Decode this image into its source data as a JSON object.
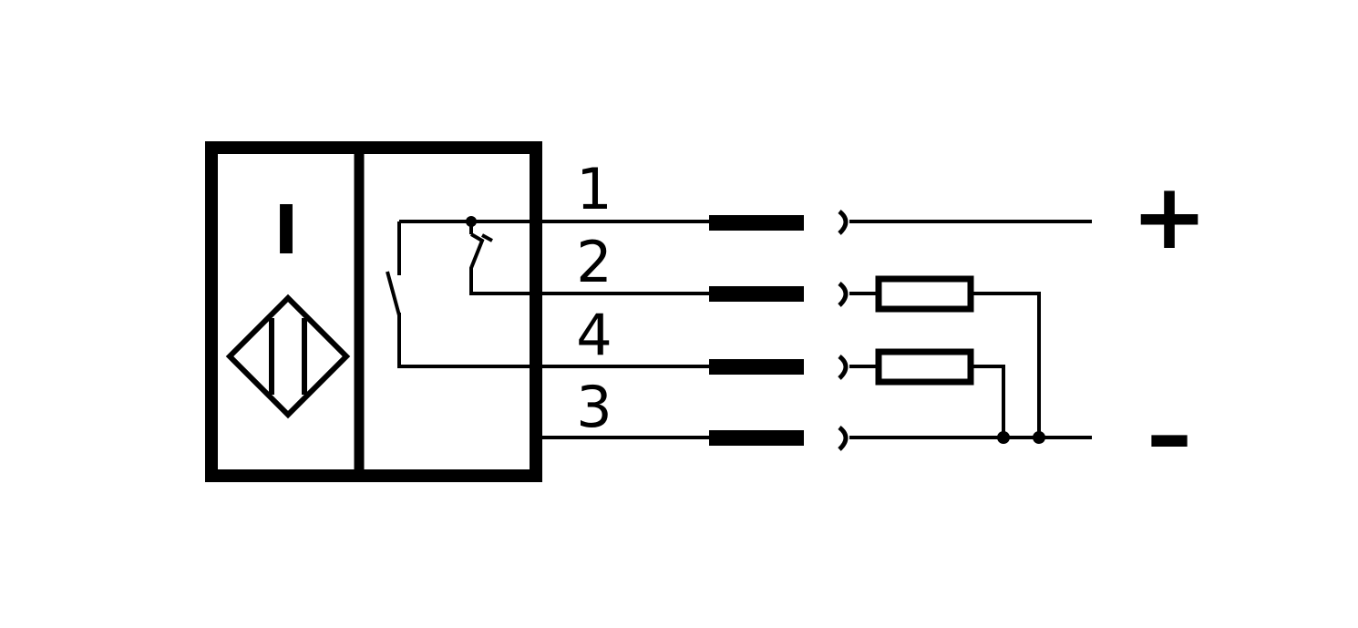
{
  "sensor": {
    "symbol_letter": "I",
    "sensing_symbol": "inductive-sensor-icon"
  },
  "pins": [
    {
      "number": "1"
    },
    {
      "number": "2"
    },
    {
      "number": "4"
    },
    {
      "number": "3"
    }
  ],
  "supply": {
    "positive": "+",
    "negative": "–"
  },
  "colors": {
    "ink": "#000000",
    "background": "#ffffff"
  }
}
